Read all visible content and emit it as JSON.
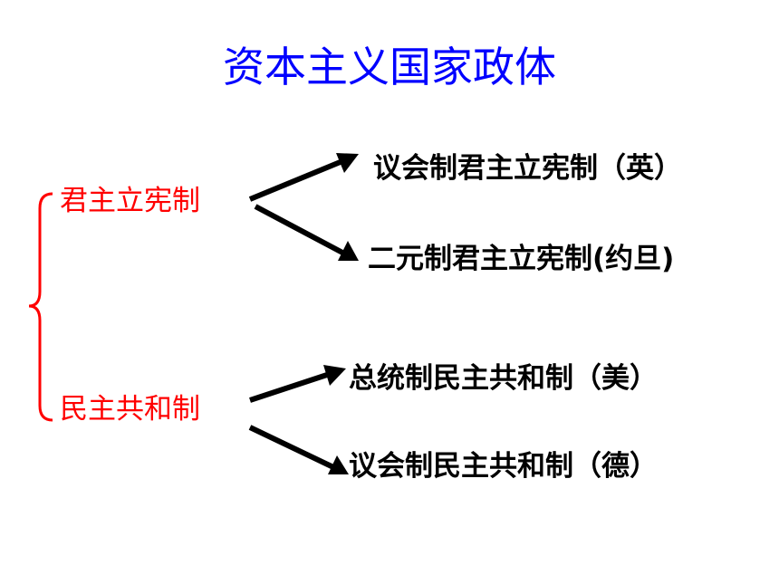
{
  "title": "资本主义国家政体",
  "categories": [
    {
      "label": "君主立宪制",
      "forms": [
        "议会制君主立宪制（英）",
        "二元制君主立宪制(约旦)"
      ]
    },
    {
      "label": "民主共和制",
      "forms": [
        "总统制民主共和制（美）",
        "议会制民主共和制（德）"
      ]
    }
  ],
  "colors": {
    "title": "#0000ff",
    "category": "#ff0000",
    "brace": "#ff0000",
    "arrow": "#000000",
    "item": "#000000"
  }
}
